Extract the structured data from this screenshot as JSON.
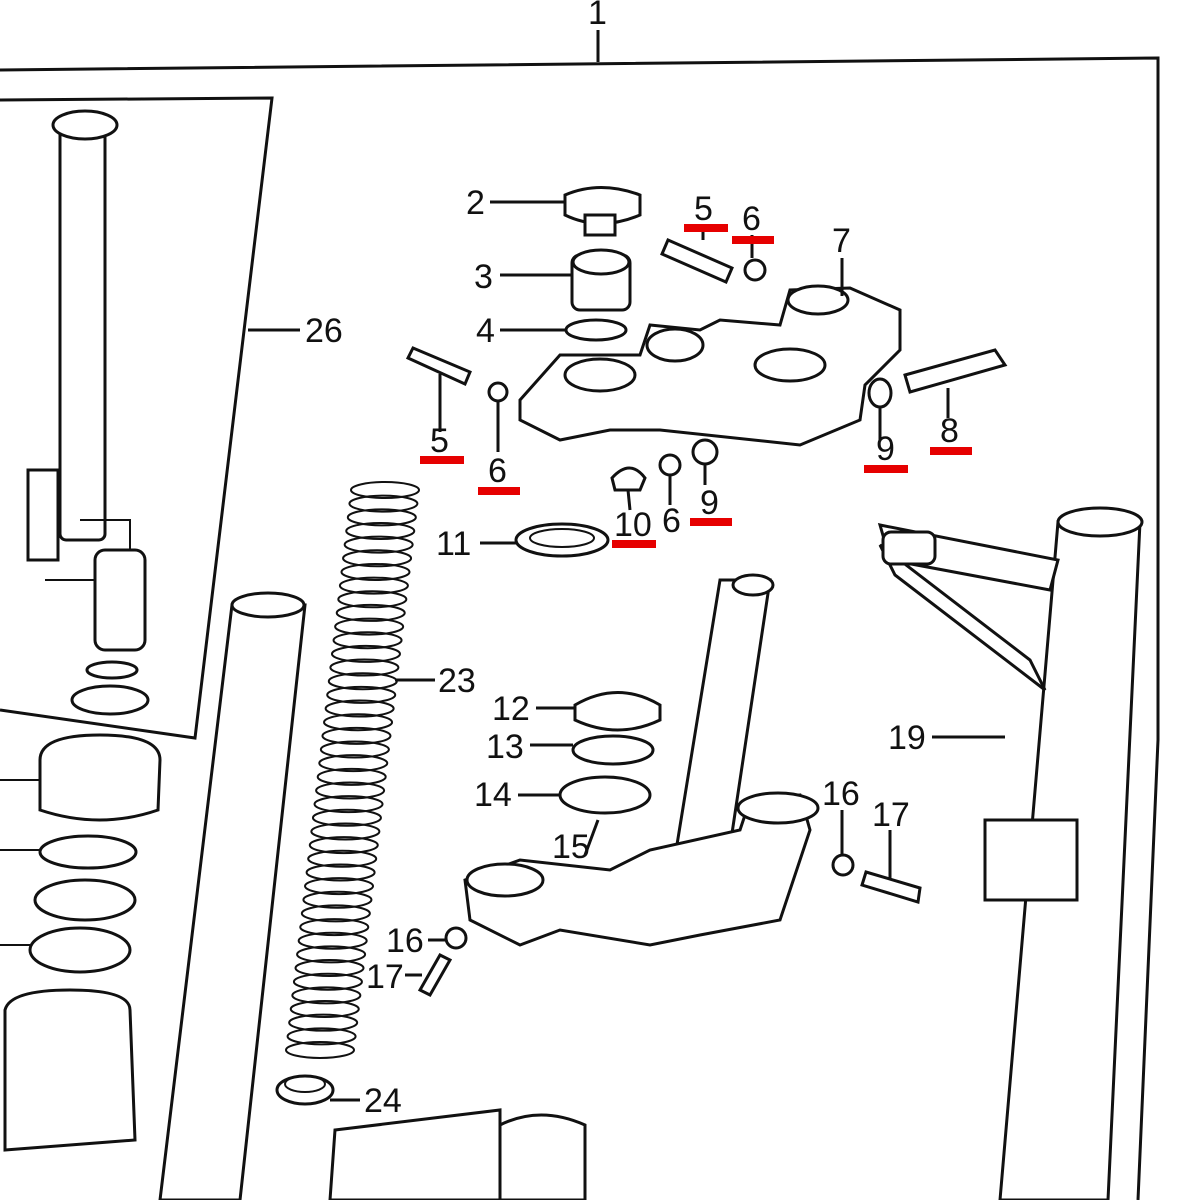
{
  "diagram": {
    "labels": {
      "p1": "1",
      "p2": "2",
      "p3": "3",
      "p4": "4",
      "p5a": "5",
      "p5b": "5",
      "p6a": "6",
      "p6b": "6",
      "p6c": "6",
      "p7": "7",
      "p8": "8",
      "p9a": "9",
      "p9b": "9",
      "p10": "10",
      "p11": "11",
      "p12": "12",
      "p13": "13",
      "p14": "14",
      "p15": "15",
      "p16a": "16",
      "p16b": "16",
      "p17a": "17",
      "p17b": "17",
      "p19": "19",
      "p23": "23",
      "p24": "24",
      "p26": "26"
    },
    "highlight_color": "#e60000",
    "highlighted_parts": [
      "5",
      "6",
      "8",
      "9",
      "10"
    ]
  }
}
